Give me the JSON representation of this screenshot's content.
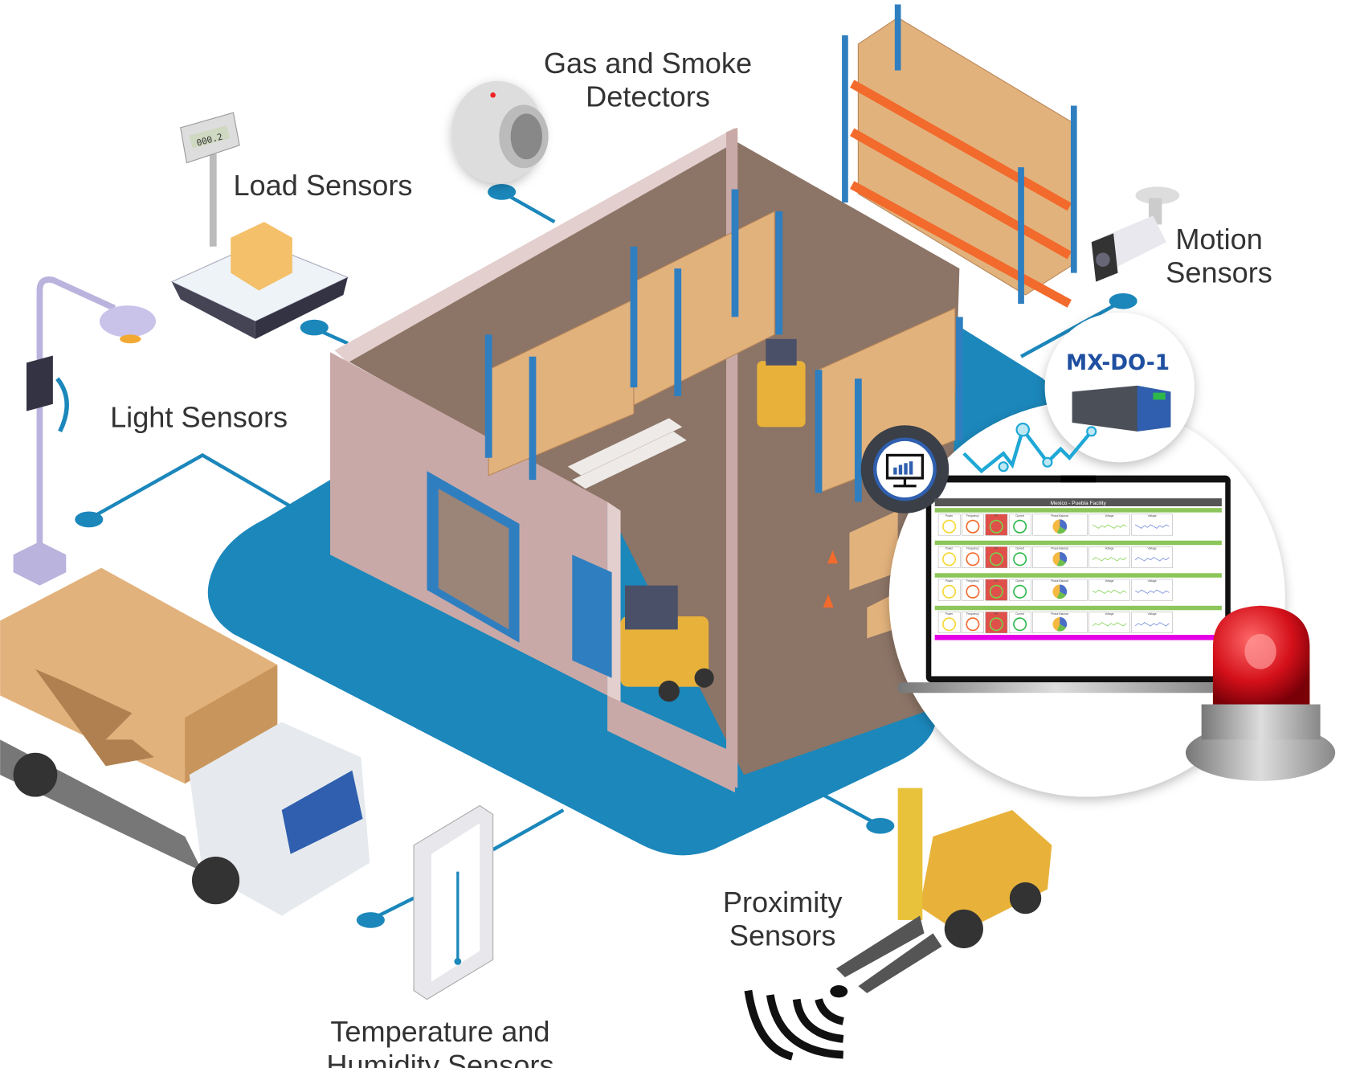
{
  "labels": {
    "gas": [
      "Gas and Smoke",
      "Detectors"
    ],
    "load": "Load Sensors",
    "light": "Light Sensors",
    "motion": [
      "Motion",
      "Sensors"
    ],
    "proximity": [
      "Proximity",
      "Sensors"
    ],
    "temperature": [
      "Temperature and",
      "Humidity Sensors"
    ]
  },
  "device": {
    "name": "MX-DO-1"
  },
  "scale_display": "000.2",
  "dashboard": {
    "title": "Mexico - Puebla Facility",
    "panel_labels": [
      "Power",
      "Frequency",
      "PF",
      "Current",
      "Phase Balance",
      "Voltage",
      "Voltage"
    ],
    "row_count": 4
  },
  "colors": {
    "accent_blue": "#1b87bb",
    "wall": "#c9a9a7",
    "floor": "#8c7466",
    "box": "#e2b27c",
    "rack": "#2f7fc0",
    "dash_green": "#8cc65a",
    "dash_red": "#e0504a",
    "dash_magenta": "#e600e6",
    "beacon": "#d4101a"
  }
}
